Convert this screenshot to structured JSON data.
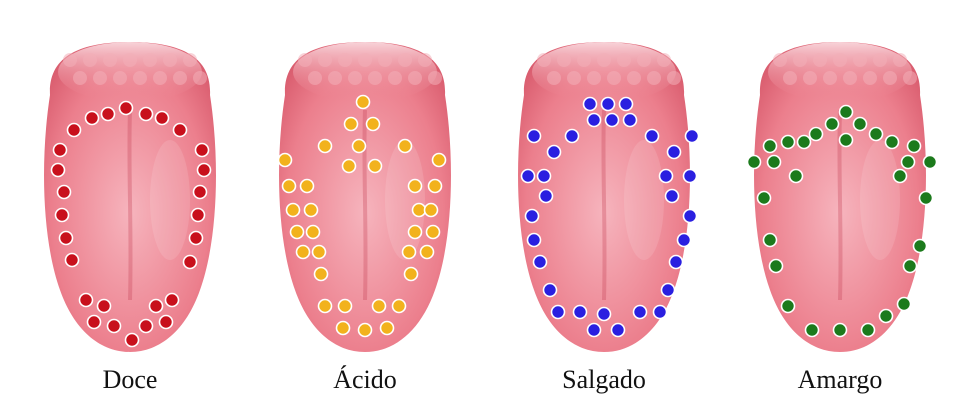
{
  "panels": [
    {
      "label": "Doce",
      "dot_color": "#c8101c"
    },
    {
      "label": "Ácido",
      "dot_color": "#f2b21d"
    },
    {
      "label": "Salgado",
      "dot_color": "#2a1fe0"
    },
    {
      "label": "Amargo",
      "dot_color": "#1c7a1c"
    }
  ],
  "colors": {
    "tongue_light": "#f6b4bd",
    "tongue_mid": "#ec7f8d",
    "tongue_dark": "#d85a6c",
    "dot_border": "#ffffff"
  }
}
